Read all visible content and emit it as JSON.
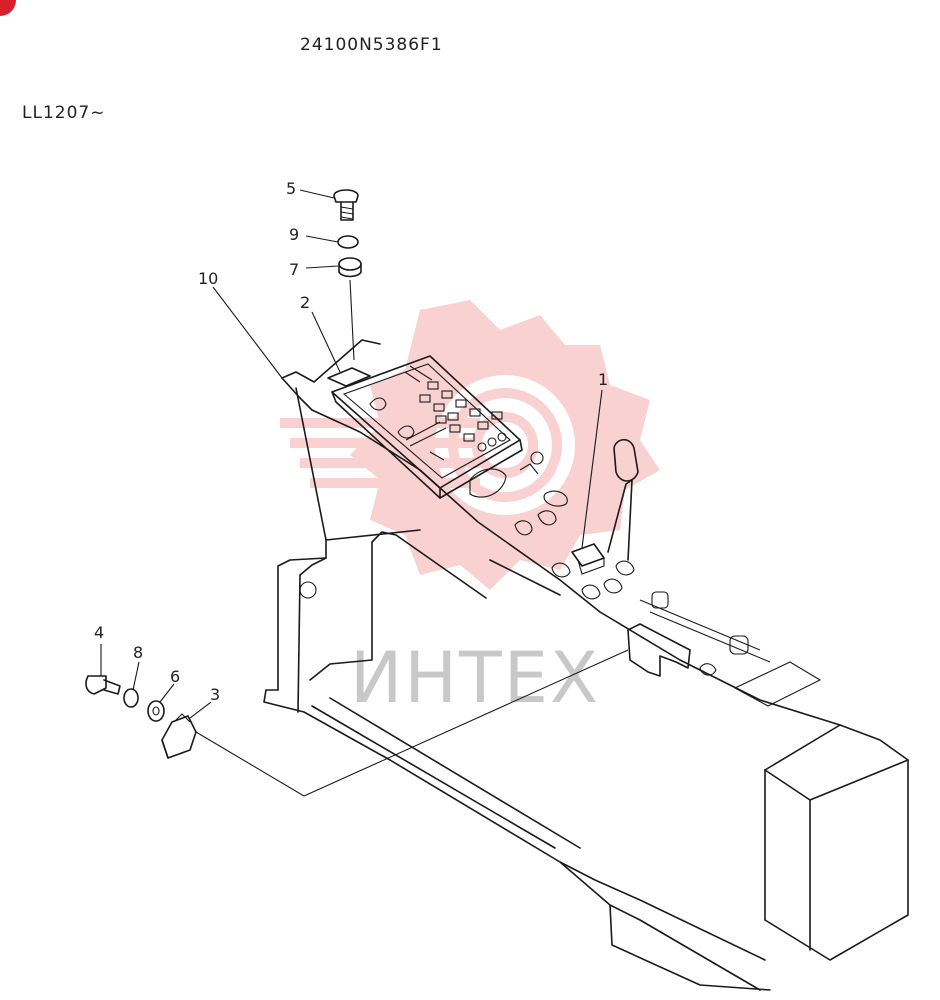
{
  "header": {
    "part_code": "24100N5386F1",
    "serial_range": "LL1207~"
  },
  "callouts": [
    {
      "id": "c1",
      "label": "1"
    },
    {
      "id": "c2",
      "label": "2"
    },
    {
      "id": "c3",
      "label": "3"
    },
    {
      "id": "c4",
      "label": "4"
    },
    {
      "id": "c5",
      "label": "5"
    },
    {
      "id": "c6",
      "label": "6"
    },
    {
      "id": "c7",
      "label": "7"
    },
    {
      "id": "c8",
      "label": "8"
    },
    {
      "id": "c9",
      "label": "9"
    },
    {
      "id": "c10",
      "label": "10"
    }
  ],
  "watermark": {
    "text": "ИНТЕХ",
    "color": "#f29a9a"
  },
  "colors": {
    "line": "#1a1a1a",
    "corner_mark": "#d81f2a"
  }
}
